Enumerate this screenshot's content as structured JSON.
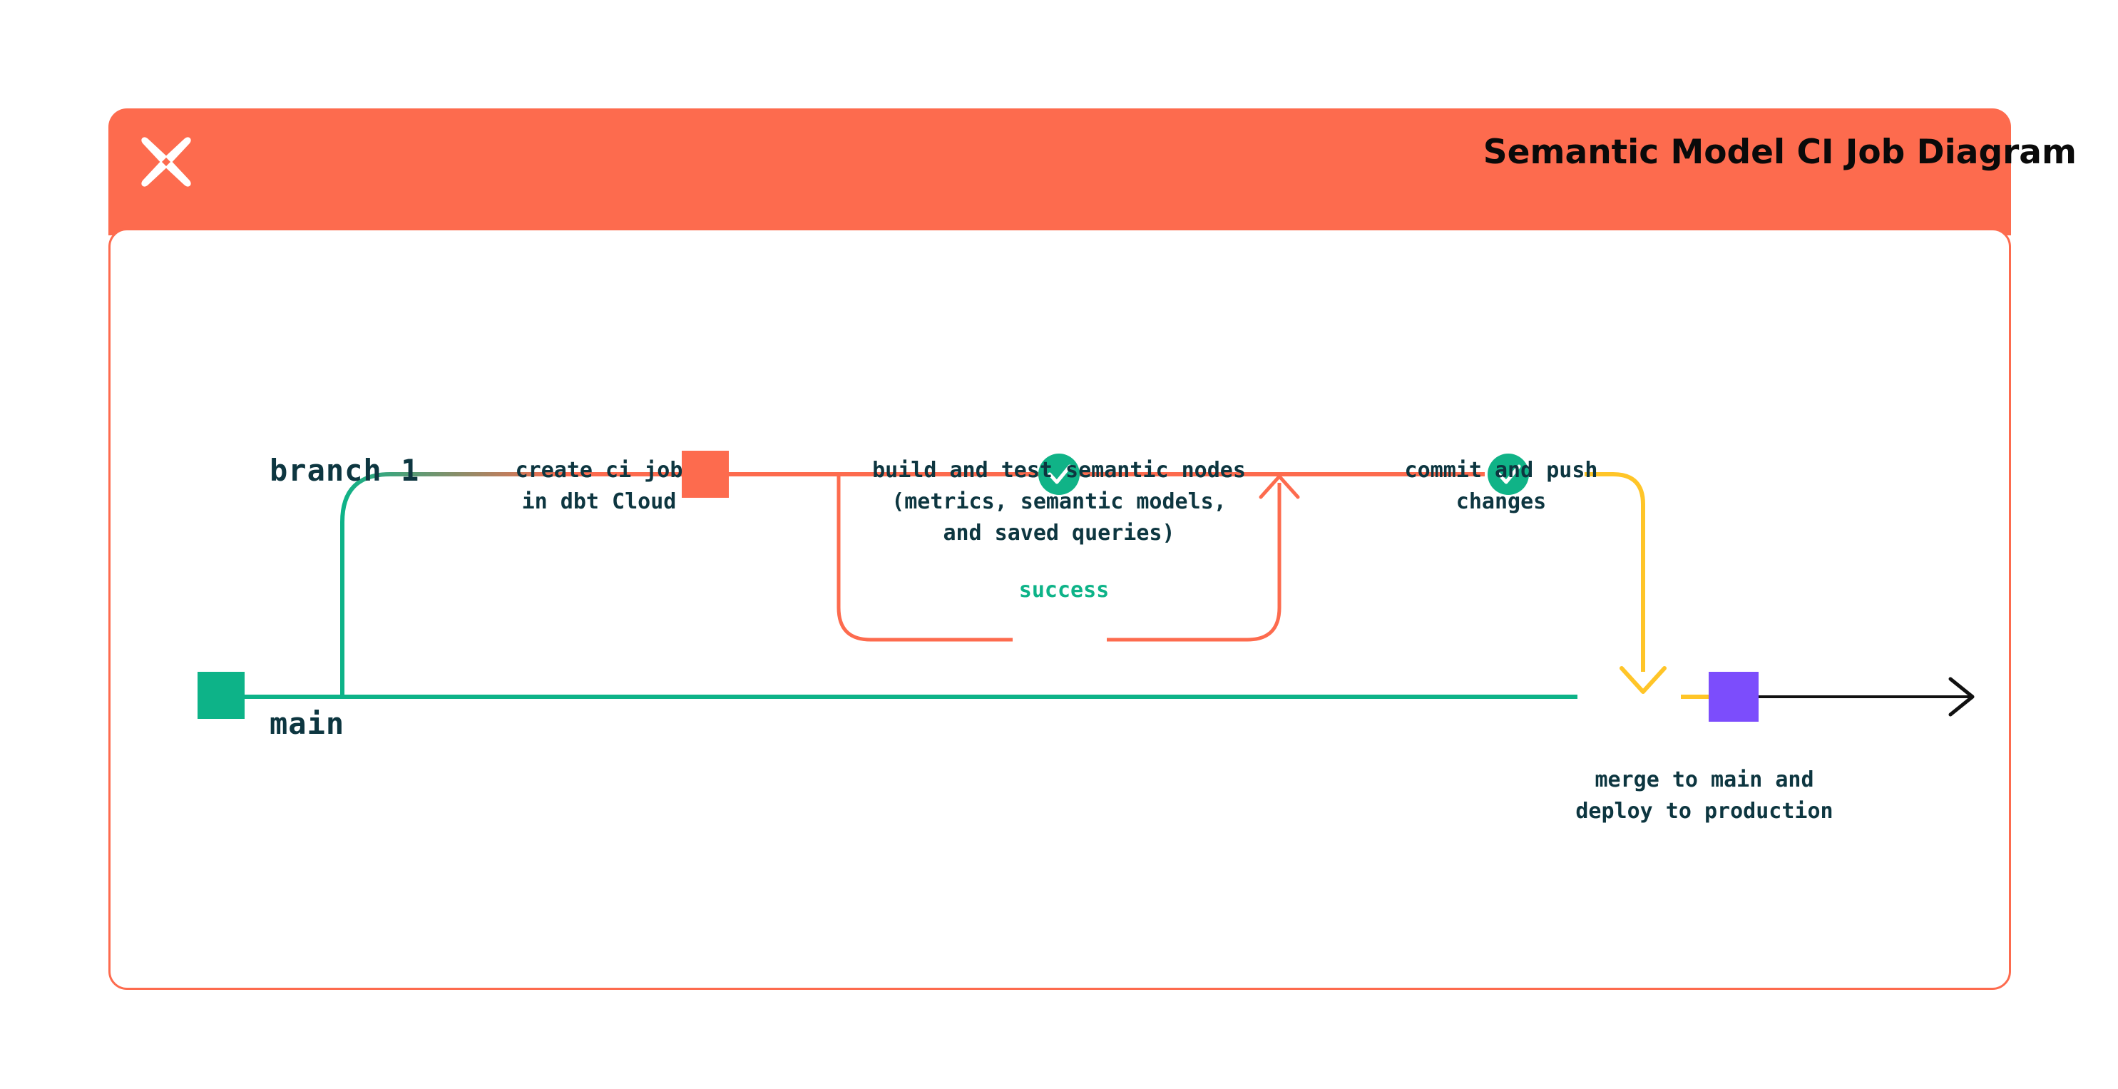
{
  "card": {
    "title": "Semantic Model CI Job Diagram",
    "logo_icon": "dbt-x-logo-icon",
    "header_color": "#FD6B4E",
    "border_color": "#FD6B4E",
    "background_color": "#FFFFFF"
  },
  "colors": {
    "coral": "#FD6B4E",
    "green": "#0DB388",
    "check_green": "#10B387",
    "yellow": "#FFC528",
    "purple": "#7C4DFC",
    "black": "#111111",
    "text_navy": "#0D3640"
  },
  "lanes": [
    {
      "id": "branch-1",
      "label": "branch 1",
      "marker_color": "#FD6B4E"
    },
    {
      "id": "main",
      "label": "main",
      "marker_color": "#0DB388"
    }
  ],
  "nodes": [
    {
      "id": "create-ci-job",
      "marker": "square",
      "marker_color": "#FD6B4E",
      "lane": "branch 1",
      "label_lines": [
        "create ci job",
        "in dbt Cloud"
      ]
    },
    {
      "id": "build-test-semantic-nodes",
      "marker": "check-circle",
      "marker_color": "#10B387",
      "lane": "branch 1",
      "label_lines": [
        "build and test semantic nodes",
        "(metrics, semantic models,",
        "and saved queries)"
      ]
    },
    {
      "id": "commit-and-push",
      "marker": "check-circle",
      "marker_color": "#10B387",
      "lane": "branch 1",
      "label_lines": [
        "commit and push",
        "changes"
      ]
    },
    {
      "id": "merge-to-main",
      "marker": "square",
      "marker_color": "#7C4DFC",
      "lane": "main",
      "label_lines": [
        "merge to main and",
        "deploy to production"
      ]
    }
  ],
  "edges": [
    {
      "id": "loop-success",
      "label": "success",
      "label_color": "#0DB388",
      "line_color": "#FD6B4E",
      "style": "rounded-loop"
    },
    {
      "id": "branch-off",
      "line_color": "#0DB388",
      "style": "curve-up"
    },
    {
      "id": "merge-down",
      "line_color": "#FFC528",
      "style": "arrow-down"
    },
    {
      "id": "main-continue",
      "line_color": "#111111",
      "style": "arrow-right"
    }
  ],
  "icons": {
    "check": "check-icon",
    "arrow_up": "arrow-up-icon",
    "arrow_down": "arrow-down-icon",
    "arrow_right": "arrow-right-icon"
  }
}
